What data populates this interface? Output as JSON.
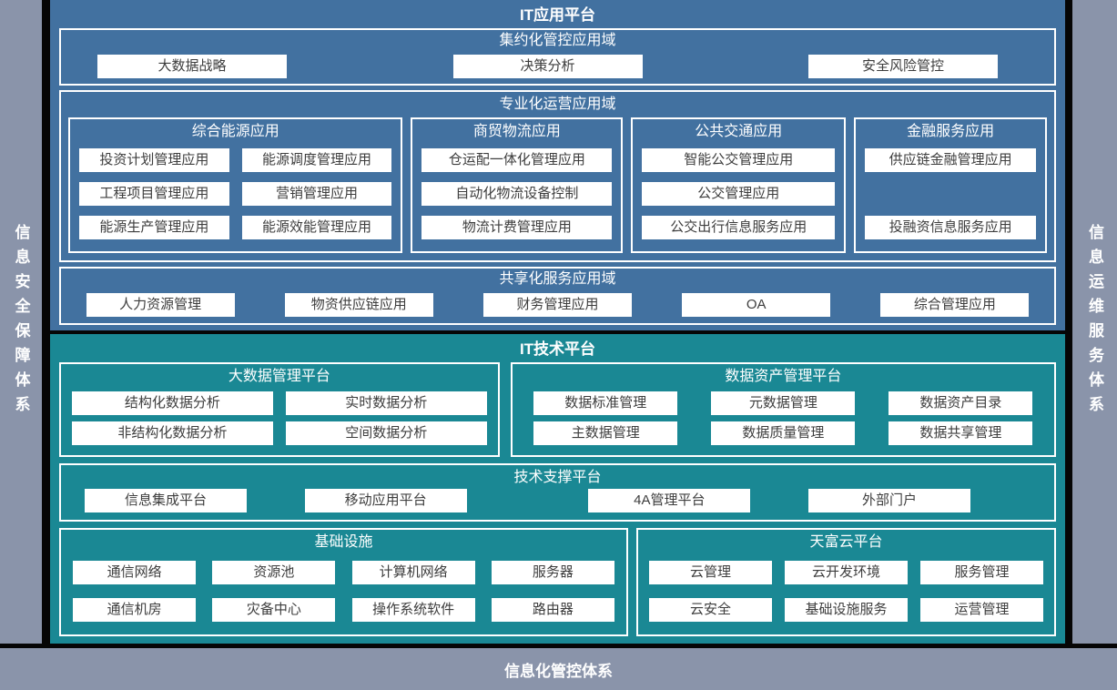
{
  "colors": {
    "application_platform_blue": "#4271a0",
    "technology_platform_teal": "#1a8894",
    "frame_gray": "#8a94aa",
    "divider_black": "#060606",
    "item_box_white": "#ffffff",
    "item_text": "#3d3d3d"
  },
  "frame": {
    "left": "信息安全保障体系",
    "right": "信息运维服务体系",
    "bottom": "信息化管控体系"
  },
  "app": {
    "title": "IT应用平台",
    "g1": {
      "title": "集约化管控应用域",
      "items": [
        "大数据战略",
        "决策分析",
        "安全风险管控"
      ]
    },
    "g2": {
      "title": "专业化运营应用域",
      "subs": [
        {
          "title": "综合能源应用",
          "items": [
            "投资计划管理应用",
            "能源调度管理应用",
            "工程项目管理应用",
            "营销管理应用",
            "能源生产管理应用",
            "能源效能管理应用"
          ]
        },
        {
          "title": "商贸物流应用",
          "items": [
            "仓运配一体化管理应用",
            "自动化物流设备控制",
            "物流计费管理应用"
          ]
        },
        {
          "title": "公共交通应用",
          "items": [
            "智能公交管理应用",
            "公交管理应用",
            "公交出行信息服务应用"
          ]
        },
        {
          "title": "金融服务应用",
          "items": [
            "供应链金融管理应用",
            "投融资信息服务应用"
          ]
        }
      ]
    },
    "g3": {
      "title": "共享化服务应用域",
      "items": [
        "人力资源管理",
        "物资供应链应用",
        "财务管理应用",
        "OA",
        "综合管理应用"
      ]
    }
  },
  "tech": {
    "title": "IT技术平台",
    "bigdata": {
      "title": "大数据管理平台",
      "items": [
        "结构化数据分析",
        "实时数据分析",
        "非结构化数据分析",
        "空间数据分析"
      ]
    },
    "dataasset": {
      "title": "数据资产管理平台",
      "items": [
        "数据标准管理",
        "元数据管理",
        "数据资产目录",
        "主数据管理",
        "数据质量管理",
        "数据共享管理"
      ]
    },
    "support": {
      "title": "技术支撑平台",
      "items": [
        "信息集成平台",
        "移动应用平台",
        "4A管理平台",
        "外部门户"
      ]
    },
    "infra": {
      "title": "基础设施",
      "items": [
        "通信网络",
        "资源池",
        "计算机网络",
        "服务器",
        "通信机房",
        "灾备中心",
        "操作系统软件",
        "路由器"
      ]
    },
    "cloud": {
      "title": "天富云平台",
      "items": [
        "云管理",
        "云开发环境",
        "服务管理",
        "云安全",
        "基础设施服务",
        "运营管理"
      ]
    }
  }
}
